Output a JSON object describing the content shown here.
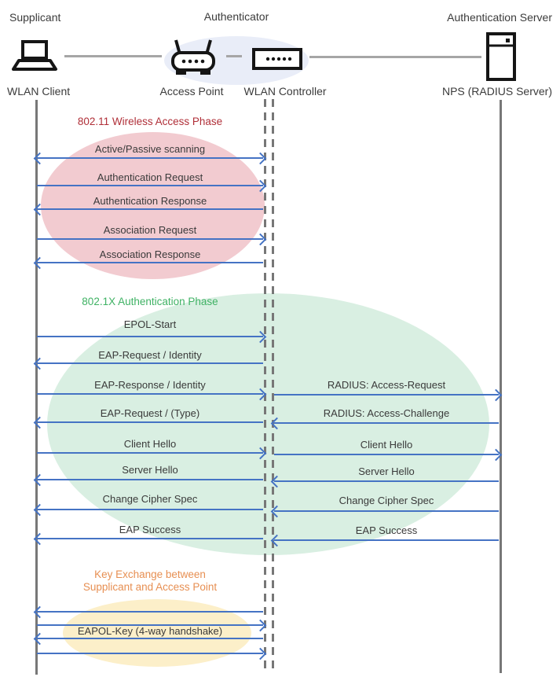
{
  "header": {
    "roles": {
      "supplicant": "Supplicant",
      "authenticator": "Authenticator",
      "auth_server": "Authentication Server"
    },
    "nodes": {
      "wlan_client": "WLAN Client",
      "access_point": "Access Point",
      "wlan_controller": "WLAN Controller",
      "nps": "NPS (RADIUS Server)"
    }
  },
  "phases": {
    "wireless": {
      "title": "802.11 Wireless Access Phase",
      "title_color": "#B02F38",
      "ellipse_color": "#F2CBD0"
    },
    "dot1x": {
      "title": "802.1X Authentication Phase",
      "title_color": "#3FB264",
      "ellipse_color": "#D9EFE2"
    },
    "key_exchange": {
      "title_line1": "Key Exchange between",
      "title_line2": "Supplicant and Access Point",
      "title_color": "#E78F52",
      "ellipse_color": "#FCEFC9",
      "message": "EAPOL-Key (4-way handshake)"
    }
  },
  "messages": {
    "client_wlc": [
      {
        "label": "Active/Passive scanning",
        "direction": "both"
      },
      {
        "label": "Authentication Request",
        "direction": "right"
      },
      {
        "label": "Authentication Response",
        "direction": "left"
      },
      {
        "label": "Association Request",
        "direction": "right"
      },
      {
        "label": "Association Response",
        "direction": "left"
      },
      {
        "label": "EPOL-Start",
        "direction": "right"
      },
      {
        "label": "EAP-Request / Identity",
        "direction": "left"
      },
      {
        "label": "EAP-Response / Identity",
        "direction": "right"
      },
      {
        "label": "EAP-Request / (Type)",
        "direction": "left"
      },
      {
        "label": "Client Hello",
        "direction": "right"
      },
      {
        "label": "Server Hello",
        "direction": "left"
      },
      {
        "label": "Change Cipher Spec",
        "direction": "left"
      },
      {
        "label": "EAP Success",
        "direction": "left"
      }
    ],
    "wlc_server": [
      {
        "label": "RADIUS: Access-Request",
        "direction": "right"
      },
      {
        "label": "RADIUS: Access-Challenge",
        "direction": "left"
      },
      {
        "label": "Client Hello",
        "direction": "right"
      },
      {
        "label": "Server Hello",
        "direction": "left"
      },
      {
        "label": "Change Cipher Spec",
        "direction": "left"
      },
      {
        "label": "EAP Success",
        "direction": "left"
      }
    ],
    "key_exchange_arrows": [
      {
        "direction": "left"
      },
      {
        "direction": "right"
      },
      {
        "direction": "left"
      },
      {
        "direction": "right"
      }
    ]
  },
  "colors": {
    "arrow_blue": "#4573C4",
    "lifeline_gray": "#777777",
    "connector_gray": "#A6A6A6",
    "authenticator_ellipse": "#E9EDF8",
    "text_dark": "#3A3A3A"
  }
}
